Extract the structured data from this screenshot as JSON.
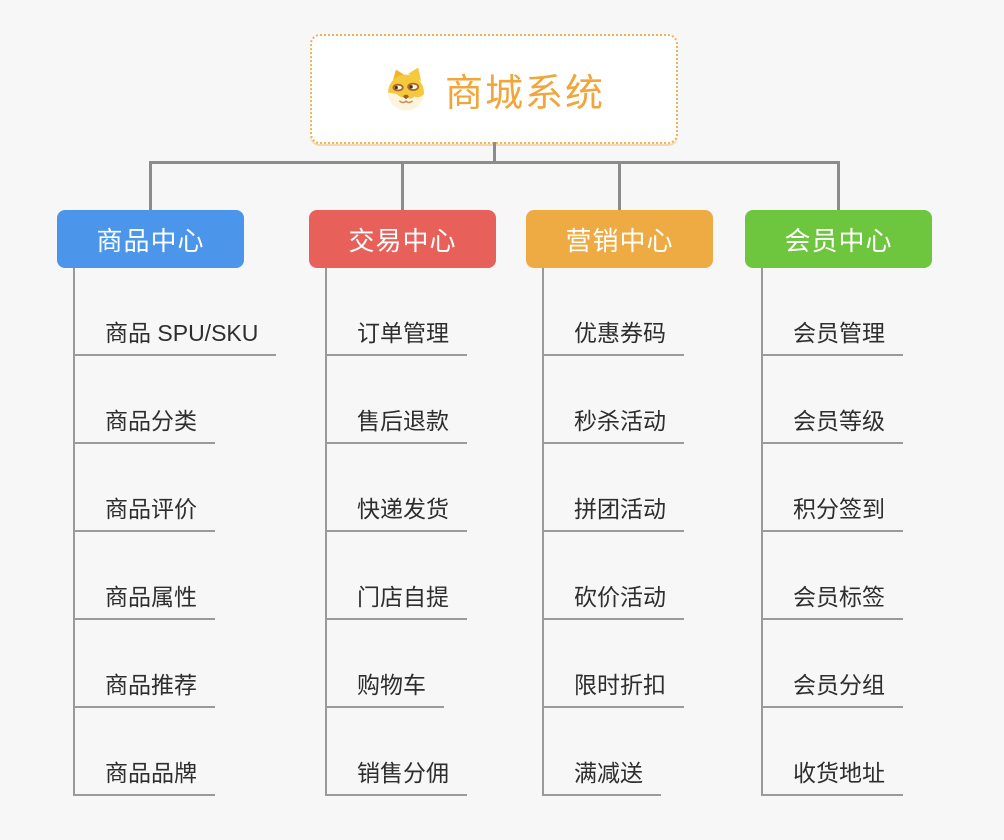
{
  "root": {
    "title": "商城系统",
    "icon": "doge-icon"
  },
  "branches": [
    {
      "label": "商品中心",
      "color": "#4b96ea",
      "children": [
        "商品 SPU/SKU",
        "商品分类",
        "商品评价",
        "商品属性",
        "商品推荐",
        "商品品牌"
      ]
    },
    {
      "label": "交易中心",
      "color": "#e7605a",
      "children": [
        "订单管理",
        "售后退款",
        "快递发货",
        "门店自提",
        "购物车",
        "销售分佣"
      ]
    },
    {
      "label": "营销中心",
      "color": "#eeab44",
      "children": [
        "优惠券码",
        "秒杀活动",
        "拼团活动",
        "砍价活动",
        "限时折扣",
        "满减送"
      ]
    },
    {
      "label": "会员中心",
      "color": "#6ec53e",
      "children": [
        "会员管理",
        "会员等级",
        "积分签到",
        "会员标签",
        "会员分组",
        "收货地址"
      ]
    }
  ],
  "colors": {
    "root_title": "#f0a63a",
    "root_border": "#f2b157",
    "connector": "#8c8c8c",
    "child_line": "#9a9a9a",
    "child_text": "#2e2e2e",
    "background": "#f7f7f7"
  }
}
